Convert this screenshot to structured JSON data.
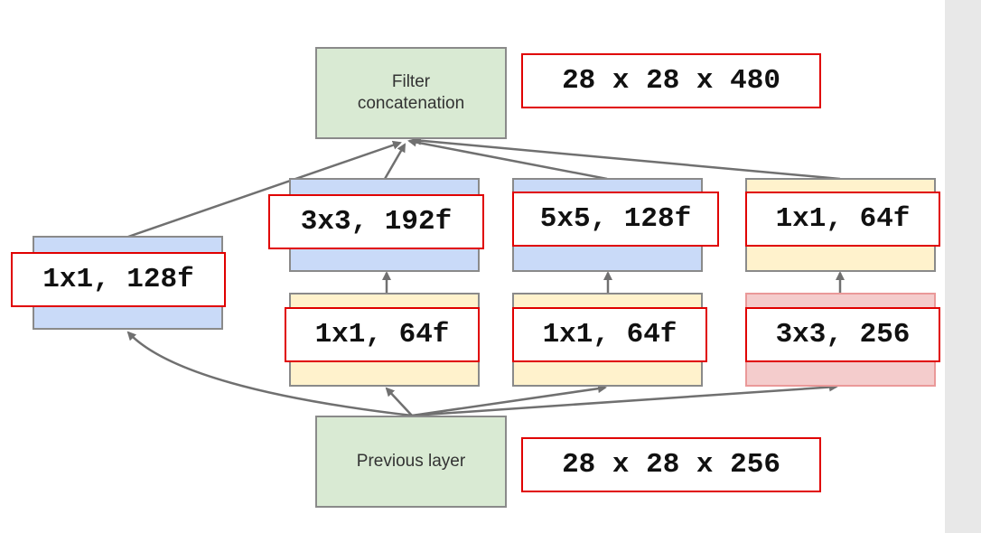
{
  "nodes": {
    "filter_concat": "Filter concatenation",
    "previous_layer": "Previous layer"
  },
  "labels": {
    "output_shape": "28 x 28 x 480",
    "input_shape": "28 x 28 x 256",
    "branch1_conv": "1x1, 128f",
    "branch2_conv3x3": "3x3, 192f",
    "branch2_reduce": "1x1, 64f",
    "branch3_conv5x5": "5x5, 128f",
    "branch3_reduce": "1x1, 64f",
    "branch4_proj": "1x1, 64f",
    "branch4_pool": "3x3, 256"
  },
  "colors": {
    "concat_green": "#d9ead3",
    "conv_blue": "#c9daf8",
    "reduce_yellow": "#fff2cc",
    "pool_red": "#f4cccc",
    "label_border": "#e00000",
    "arrow_gray": "#707070"
  }
}
